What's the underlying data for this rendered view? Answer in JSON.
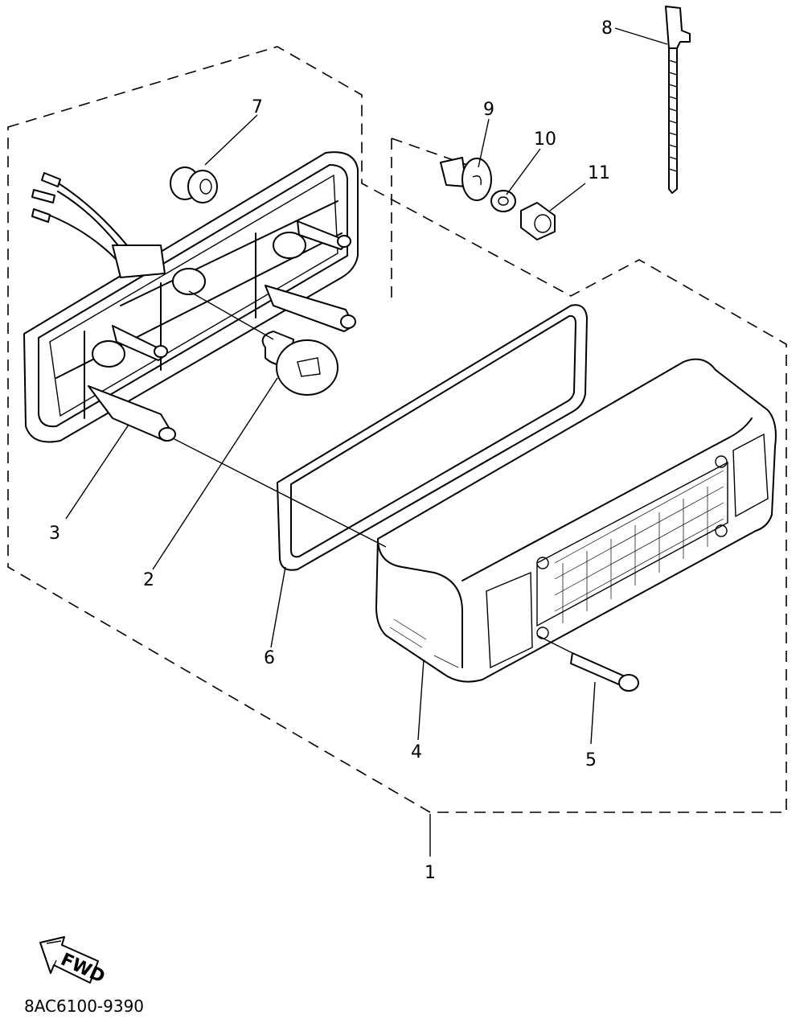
{
  "diagram": {
    "part_code": "8AC6100-9390",
    "fwd_label": "FWD",
    "callouts": [
      "1",
      "2",
      "3",
      "4",
      "5",
      "6",
      "7",
      "8",
      "9",
      "10",
      "11"
    ]
  }
}
